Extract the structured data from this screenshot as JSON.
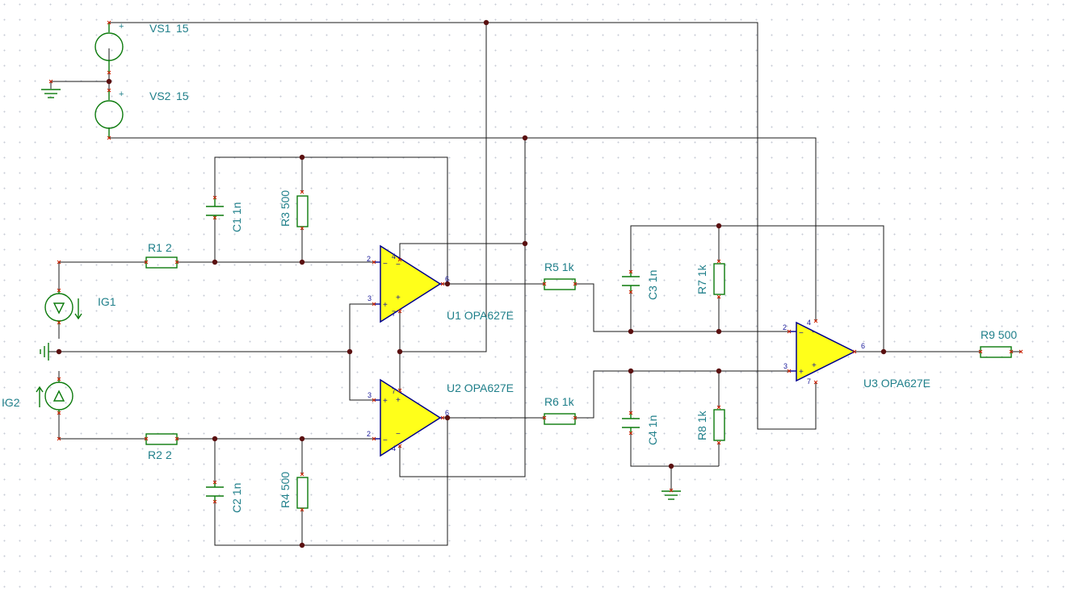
{
  "sources": {
    "vs1": {
      "name": "VS1",
      "value": "15",
      "polarity": "+"
    },
    "vs2": {
      "name": "VS2",
      "value": "15",
      "polarity": "+"
    },
    "ig1": {
      "name": "IG1"
    },
    "ig2": {
      "name": "IG2"
    }
  },
  "resistors": {
    "r1": {
      "name": "R1",
      "value": "2"
    },
    "r2": {
      "name": "R2",
      "value": "2"
    },
    "r3": {
      "name": "R3",
      "value": "500"
    },
    "r4": {
      "name": "R4",
      "value": "500"
    },
    "r5": {
      "name": "R5",
      "value": "1k"
    },
    "r6": {
      "name": "R6",
      "value": "1k"
    },
    "r7": {
      "name": "R7",
      "value": "1k"
    },
    "r8": {
      "name": "R8",
      "value": "1k"
    },
    "r9": {
      "name": "R9",
      "value": "500"
    }
  },
  "capacitors": {
    "c1": {
      "name": "C1",
      "value": "1n"
    },
    "c2": {
      "name": "C2",
      "value": "1n"
    },
    "c3": {
      "name": "C3",
      "value": "1n"
    },
    "c4": {
      "name": "C4",
      "value": "1n"
    }
  },
  "opamps": {
    "u1": {
      "name": "U1",
      "part": "OPA627E",
      "pin_inv": "2",
      "pin_noninv": "3",
      "pin_out": "6",
      "pin_vpos": "4",
      "pin_vneg": "7"
    },
    "u2": {
      "name": "U2",
      "part": "OPA627E",
      "pin_inv": "2",
      "pin_noninv": "3",
      "pin_out": "6",
      "pin_vpos": "7",
      "pin_vneg": "4"
    },
    "u3": {
      "name": "U3",
      "part": "OPA627E",
      "pin_inv": "2",
      "pin_noninv": "3",
      "pin_out": "6",
      "pin_vpos": "4",
      "pin_vneg": "7"
    }
  },
  "colors": {
    "wire": "#1a1a1a",
    "component": "#0b7a0b",
    "label": "#1f7f8a",
    "opamp_fill": "#ffff1a",
    "opamp_outline": "#00008b",
    "junction": "#5a1010"
  }
}
